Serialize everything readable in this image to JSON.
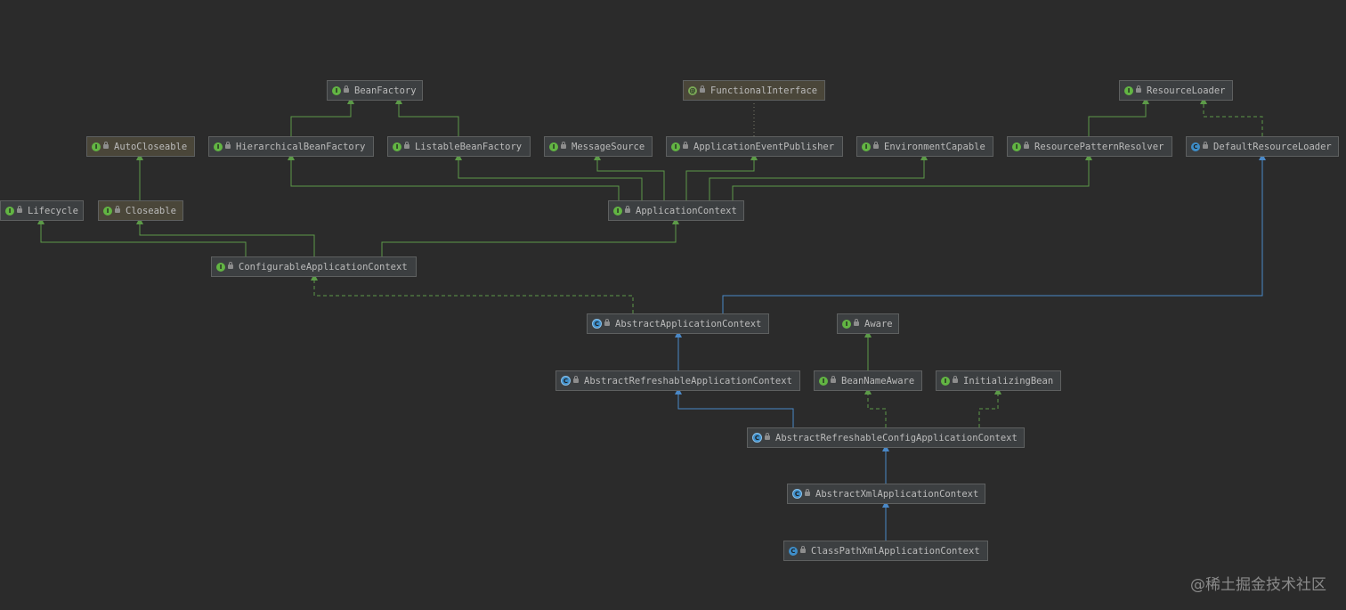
{
  "nodes": [
    {
      "id": "beanfactory",
      "label": "BeanFactory",
      "badge": "i"
    },
    {
      "id": "functionalinterface",
      "label": "FunctionalInterface",
      "badge": "at"
    },
    {
      "id": "resourceloader",
      "label": "ResourceLoader",
      "badge": "i"
    },
    {
      "id": "autocloseable",
      "label": "AutoCloseable",
      "badge": "i"
    },
    {
      "id": "hierarchicalbeanfactory",
      "label": "HierarchicalBeanFactory",
      "badge": "i"
    },
    {
      "id": "listablebeanfactory",
      "label": "ListableBeanFactory",
      "badge": "i"
    },
    {
      "id": "messagesource",
      "label": "MessageSource",
      "badge": "i"
    },
    {
      "id": "applicationeventpublisher",
      "label": "ApplicationEventPublisher",
      "badge": "i"
    },
    {
      "id": "environmentcapable",
      "label": "EnvironmentCapable",
      "badge": "i"
    },
    {
      "id": "resourcepatternresolver",
      "label": "ResourcePatternResolver",
      "badge": "i"
    },
    {
      "id": "defaultresourceloader",
      "label": "DefaultResourceLoader",
      "badge": "c"
    },
    {
      "id": "lifecycle",
      "label": "Lifecycle",
      "badge": "i"
    },
    {
      "id": "closeable",
      "label": "Closeable",
      "badge": "i"
    },
    {
      "id": "applicationcontext",
      "label": "ApplicationContext",
      "badge": "i"
    },
    {
      "id": "configurableapplicationcontext",
      "label": "ConfigurableApplicationContext",
      "badge": "i"
    },
    {
      "id": "abstractapplicationcontext",
      "label": "AbstractApplicationContext",
      "badge": "ac"
    },
    {
      "id": "aware",
      "label": "Aware",
      "badge": "i"
    },
    {
      "id": "abstractrefreshableapplicationcontext",
      "label": "AbstractRefreshableApplicationContext",
      "badge": "ac"
    },
    {
      "id": "beannameaware",
      "label": "BeanNameAware",
      "badge": "i"
    },
    {
      "id": "initializingbean",
      "label": "InitializingBean",
      "badge": "i"
    },
    {
      "id": "abstractrefreshableconfigapplicationcontext",
      "label": "AbstractRefreshableConfigApplicationContext",
      "badge": "ac"
    },
    {
      "id": "abstractxmlapplicationcontext",
      "label": "AbstractXmlApplicationContext",
      "badge": "ac"
    },
    {
      "id": "classpathxmlapplicationcontext",
      "label": "ClassPathXmlApplicationContext",
      "badge": "c"
    }
  ],
  "edges": [
    {
      "from": "hierarchicalbeanfactory",
      "to": "beanfactory",
      "kind": "extends-interface"
    },
    {
      "from": "listablebeanfactory",
      "to": "beanfactory",
      "kind": "extends-interface"
    },
    {
      "from": "resourcepatternresolver",
      "to": "resourceloader",
      "kind": "extends-interface"
    },
    {
      "from": "defaultresourceloader",
      "to": "resourceloader",
      "kind": "implements"
    },
    {
      "from": "applicationeventpublisher",
      "to": "functionalinterface",
      "kind": "annotation"
    },
    {
      "from": "closeable",
      "to": "autocloseable",
      "kind": "extends-interface"
    },
    {
      "from": "applicationcontext",
      "to": "hierarchicalbeanfactory",
      "kind": "extends-interface"
    },
    {
      "from": "applicationcontext",
      "to": "listablebeanfactory",
      "kind": "extends-interface"
    },
    {
      "from": "applicationcontext",
      "to": "messagesource",
      "kind": "extends-interface"
    },
    {
      "from": "applicationcontext",
      "to": "applicationeventpublisher",
      "kind": "extends-interface"
    },
    {
      "from": "applicationcontext",
      "to": "environmentcapable",
      "kind": "extends-interface"
    },
    {
      "from": "applicationcontext",
      "to": "resourcepatternresolver",
      "kind": "extends-interface"
    },
    {
      "from": "configurableapplicationcontext",
      "to": "lifecycle",
      "kind": "extends-interface"
    },
    {
      "from": "configurableapplicationcontext",
      "to": "closeable",
      "kind": "extends-interface"
    },
    {
      "from": "configurableapplicationcontext",
      "to": "applicationcontext",
      "kind": "extends-interface"
    },
    {
      "from": "abstractapplicationcontext",
      "to": "configurableapplicationcontext",
      "kind": "implements"
    },
    {
      "from": "abstractapplicationcontext",
      "to": "defaultresourceloader",
      "kind": "extends-class"
    },
    {
      "from": "abstractrefreshableapplicationcontext",
      "to": "abstractapplicationcontext",
      "kind": "extends-class"
    },
    {
      "from": "beannameaware",
      "to": "aware",
      "kind": "extends-interface"
    },
    {
      "from": "abstractrefreshableconfigapplicationcontext",
      "to": "abstractrefreshableapplicationcontext",
      "kind": "extends-class"
    },
    {
      "from": "abstractrefreshableconfigapplicationcontext",
      "to": "beannameaware",
      "kind": "implements"
    },
    {
      "from": "abstractrefreshableconfigapplicationcontext",
      "to": "initializingbean",
      "kind": "implements"
    },
    {
      "from": "abstractxmlapplicationcontext",
      "to": "abstractrefreshableconfigapplicationcontext",
      "kind": "extends-class"
    },
    {
      "from": "classpathxmlapplicationcontext",
      "to": "abstractxmlapplicationcontext",
      "kind": "extends-class"
    }
  ],
  "colors": {
    "background": "#2b2b2b",
    "node_fill": "#3c3f41",
    "interface_edge": "#5c9a48",
    "class_edge": "#4a88c7",
    "text": "#bbbbbb"
  },
  "badge_glyphs": {
    "i": "I",
    "c": "C",
    "ac": "C",
    "at": "@"
  },
  "watermark": "@稀土掘金技术社区"
}
